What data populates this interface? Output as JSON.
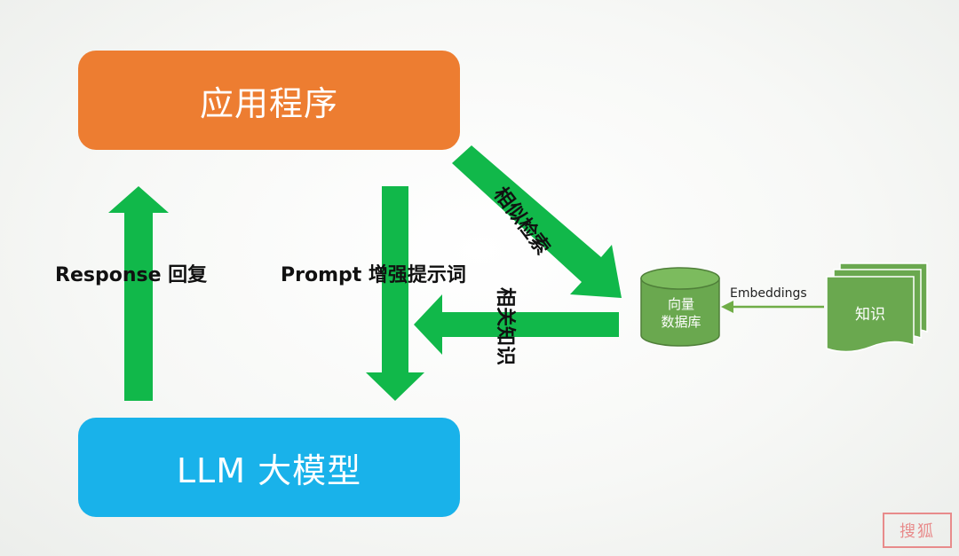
{
  "nodes": {
    "application": "应用程序",
    "llm": "LLM 大模型",
    "vector_db": [
      "向量",
      "数据库"
    ],
    "knowledge": "知识"
  },
  "edges": {
    "response": "Response 回复",
    "prompt": "Prompt 增强提示词",
    "search": "相似检索",
    "related_knowledge": "相关知识",
    "embeddings": "Embeddings"
  },
  "watermark": "搜狐",
  "colors": {
    "application_fill": "#ed7d31",
    "llm_fill": "#19b2ea",
    "arrow_green": "#11b84a",
    "db_green": "#6aa84f",
    "embed_arrow": "#70ad47"
  }
}
